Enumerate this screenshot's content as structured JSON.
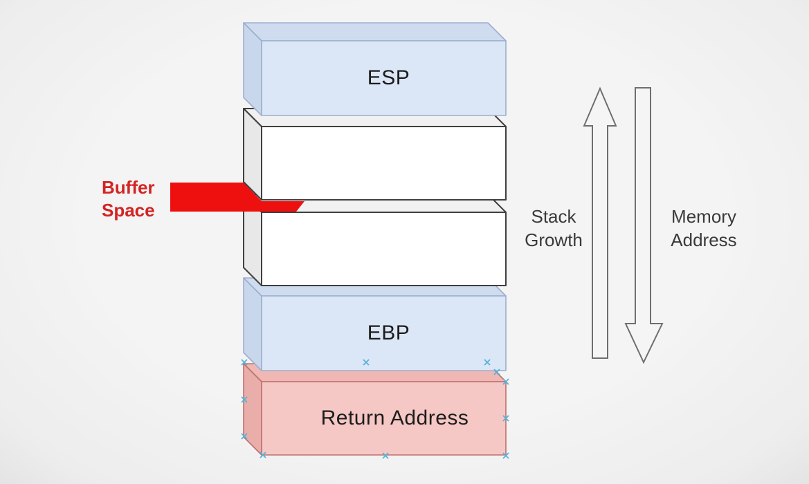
{
  "diagram": {
    "blocks": {
      "esp": {
        "label": "ESP"
      },
      "buffer_top": {
        "label": ""
      },
      "buffer_bottom": {
        "label": ""
      },
      "ebp": {
        "label": "EBP"
      },
      "return_address": {
        "label": "Return Address"
      }
    },
    "annotations": {
      "buffer_space": {
        "line1": "Buffer",
        "line2": "Space"
      },
      "stack_growth": {
        "line1": "Stack",
        "line2": "Growth"
      },
      "memory_address": {
        "line1": "Memory",
        "line2": "Address"
      }
    },
    "colors": {
      "block_blue_front": "#dbe6f6",
      "block_blue_top": "#cfdcf0",
      "block_blue_side": "#c9d7ec",
      "block_blue_stroke": "#9dafcd",
      "block_white_front": "#ffffff",
      "block_white_top": "#f1f1f1",
      "block_white_side": "#e8e8e8",
      "block_white_stroke": "#3f3f3f",
      "block_pink_front": "#f5c8c5",
      "block_pink_top": "#efb8b4",
      "block_pink_side": "#e9adaa",
      "block_pink_stroke": "#c1706d",
      "buffer_arrow_red": "#ee0f0f",
      "buffer_text_red": "#d32424",
      "side_label_gray": "#3a3a3a",
      "arrow_fill": "#f5f5f5",
      "arrow_stroke": "#6e6e6e",
      "selection_handle_blue": "#58b2d8",
      "background": "#f1f1f1"
    }
  }
}
